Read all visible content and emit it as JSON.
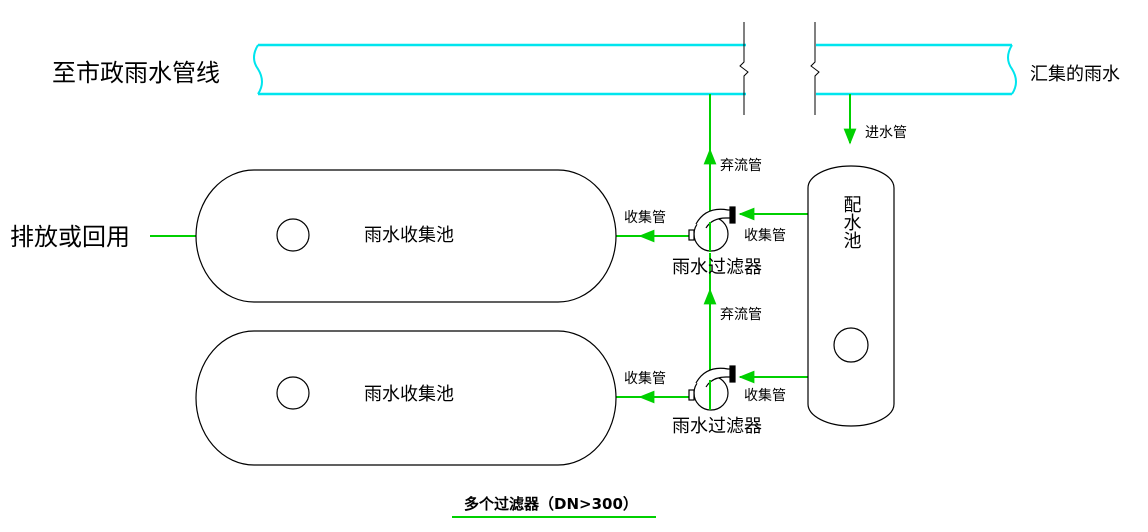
{
  "colors": {
    "pipe": "#00e5ee",
    "flow": "#00d000",
    "outline": "#000000",
    "background": "#ffffff"
  },
  "labels": {
    "to_municipal": "至市政雨水管线",
    "collected_rainwater": "汇集的雨水",
    "inlet_pipe": "进水管",
    "discard_pipe_upper": "弃流管",
    "discard_pipe_lower": "弃流管",
    "discharge_reuse": "排放或回用",
    "tank_upper": "雨水收集池",
    "tank_lower": "雨水收集池",
    "collect_pipe_upper_left": "收集管",
    "collect_pipe_upper_right": "收集管",
    "collect_pipe_lower_left": "收集管",
    "collect_pipe_lower_right": "收集管",
    "filter_upper": "雨水过滤器",
    "filter_lower": "雨水过滤器",
    "distribution_tank": "配水池",
    "caption": "多个过滤器（DN>300）"
  }
}
